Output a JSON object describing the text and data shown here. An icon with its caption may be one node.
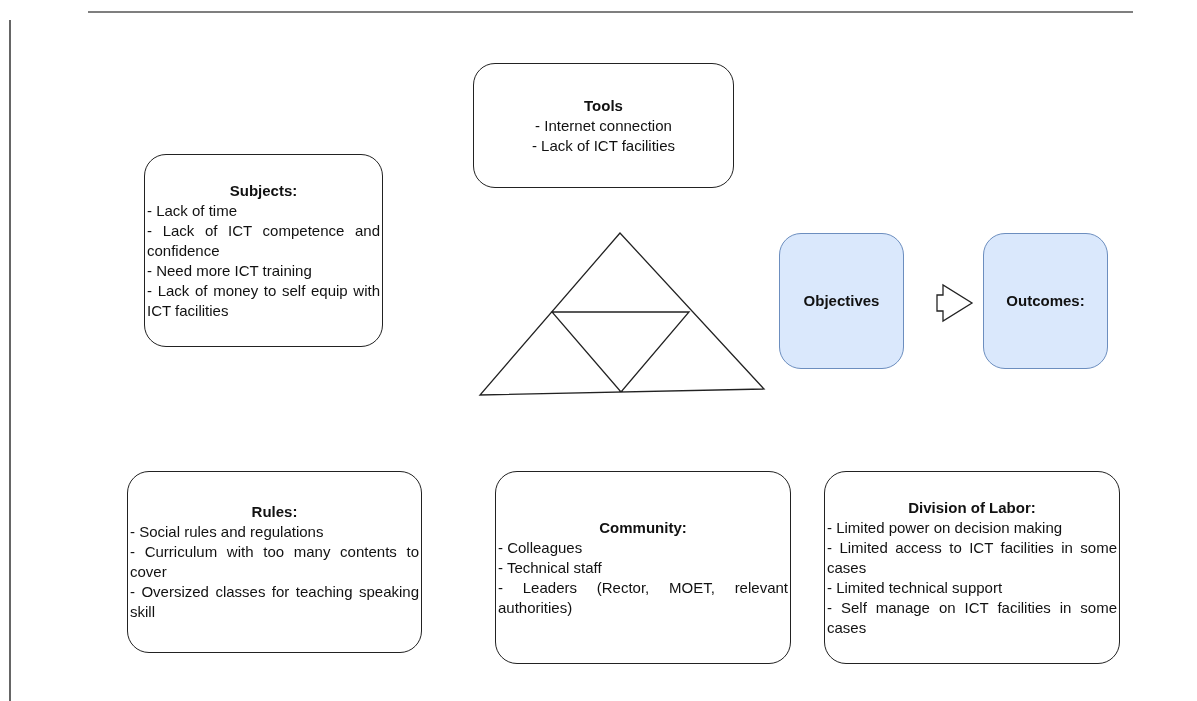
{
  "diagram": {
    "nodes": [
      {
        "text": [
          "Tools",
          "- Internet connection",
          "- Lack of ICT facilities"
        ]
      },
      {
        "text": [
          "Subjects:",
          "- Lack of time",
          "- Lack of ICT competence and confidence",
          "- Need more ICT training",
          "- Lack of money to self equip with ICT facilities"
        ]
      },
      {
        "text": [],
        "shape": "triangle"
      },
      {
        "text": [
          "Objectives"
        ]
      },
      {
        "text": [
          "Outcomes:"
        ]
      },
      {
        "text": [
          "Rules:",
          "- Social rules and regulations",
          "- Curriculum with too many contents to cover",
          "- Oversized classes for teaching speaking skill"
        ]
      },
      {
        "text": [
          "Community:",
          "- Colleagues",
          "- Technical staff",
          "- Leaders (Rector, MOET, relevant authorities)"
        ]
      },
      {
        "text": [
          "Division of Labor:",
          "- Limited power on decision making",
          "- Limited access to ICT facilities in some cases",
          "- Limited technical support",
          "- Self manage on ICT facilities in some cases"
        ]
      }
    ],
    "edges": [
      {
        "from": 3,
        "to": 4,
        "arrow": "to"
      }
    ]
  }
}
